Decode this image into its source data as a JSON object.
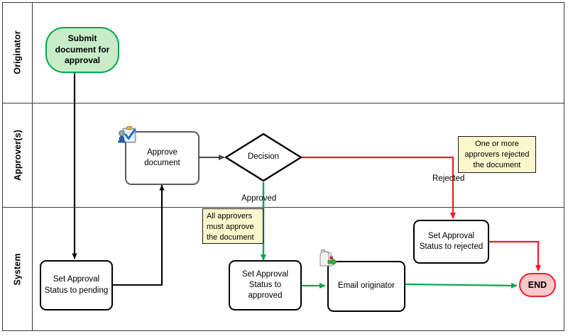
{
  "diagram": {
    "title": "Document approval workflow swimlane diagram",
    "colors": {
      "start_fill": "#c8ebc8",
      "start_border": "#00a651",
      "end_fill": "#fbc9c9",
      "end_border": "#ee1c25",
      "approved_path": "#00a651",
      "rejected_path": "#ee1c25",
      "default_path": "#000000",
      "note_fill": "#fbf7cd",
      "note_border": "#1a1a1a",
      "lane_border": "#3a3a3a",
      "task_border": "#000000",
      "usertask_border": "#5a5a5a"
    }
  },
  "lanes": [
    {
      "id": "originator",
      "label": "Originator"
    },
    {
      "id": "approvers",
      "label": "Approver(s)"
    },
    {
      "id": "system",
      "label": "System"
    }
  ],
  "nodes": {
    "start": {
      "label": "Submit document for approval",
      "shape": "rounded-pill",
      "lane": "originator"
    },
    "approve_document": {
      "label": "Approve document",
      "shape": "task",
      "lane": "approvers",
      "icon": "user-task-icon"
    },
    "decision": {
      "label": "Decision",
      "shape": "diamond",
      "lane": "approvers"
    },
    "set_pending": {
      "label": "Set Approval Status to pending",
      "shape": "task",
      "lane": "system"
    },
    "set_approved": {
      "label": "Set Approval Status to approved",
      "shape": "task",
      "lane": "system"
    },
    "set_rejected": {
      "label": "Set Approval Status to rejected",
      "shape": "task",
      "lane": "system"
    },
    "email_originator": {
      "label": "Email originator",
      "shape": "task",
      "lane": "system",
      "icon": "send-email-icon"
    },
    "end": {
      "label": "END",
      "shape": "rounded-pill",
      "lane": "system"
    }
  },
  "edge_labels": {
    "approved": "Approved",
    "rejected": "Rejected"
  },
  "notes": {
    "all_approvers": "All approvers must approve the document",
    "one_or_more": "One or more approvers rejected the document"
  },
  "icons": {
    "user_task": "user-task-icon",
    "send_email": "send-email-icon"
  }
}
